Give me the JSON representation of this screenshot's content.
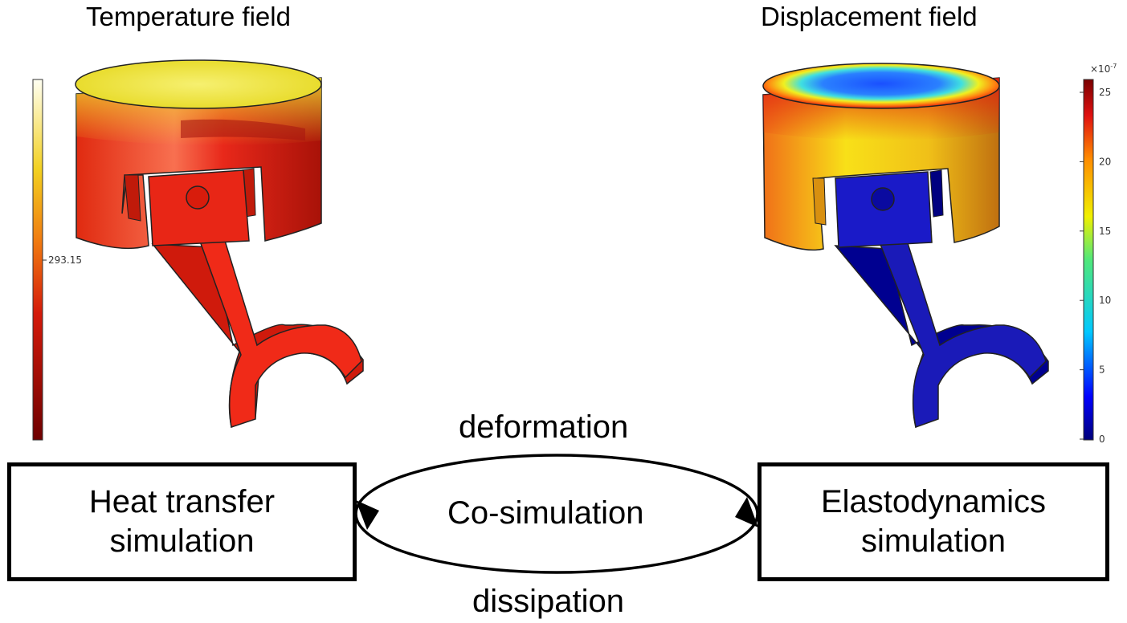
{
  "titles": {
    "left": "Temperature field",
    "right": "Displacement field"
  },
  "colorbars": {
    "temperature": {
      "ticks": [
        "293.15"
      ]
    },
    "displacement": {
      "multiplier": "×10",
      "exponent": "-7",
      "ticks": [
        "25",
        "20",
        "15",
        "10",
        "5",
        "0"
      ]
    }
  },
  "boxes": {
    "heat": [
      "Heat transfer",
      "simulation"
    ],
    "elastodynamics": [
      "Elastodynamics",
      "simulation"
    ]
  },
  "loop": {
    "center": "Co-simulation",
    "top": "deformation",
    "bottom": "dissipation"
  }
}
